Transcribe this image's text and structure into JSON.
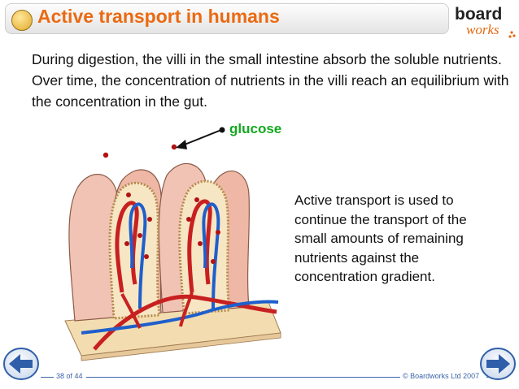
{
  "header": {
    "title": "Active transport in humans",
    "logo": {
      "line1": "board",
      "line2": "works"
    }
  },
  "content": {
    "intro": "During digestion, the villi in the small intestine absorb the soluble nutrients. Over time, the concentration of nutrients in the villi reach an equilibrium with the concentration in the gut.",
    "glucose_label": "glucose",
    "callout": "Active transport is used to continue the transport of the small amounts of remaining nutrients against the concentration gradient."
  },
  "footer": {
    "page": "38 of 44",
    "copyright": "© Boardworks Ltd 2007"
  },
  "icons": {
    "title": "sun-badge-icon",
    "prev": "back-arrow-icon",
    "next": "forward-arrow-icon"
  },
  "colors": {
    "title": "#ea6a12",
    "glucose": "#13a820",
    "nutrient": "#b31212",
    "artery": "#c82020",
    "vein": "#1f5fcc",
    "nav": "#2f5fa8",
    "villus": "#f1c3b4"
  }
}
